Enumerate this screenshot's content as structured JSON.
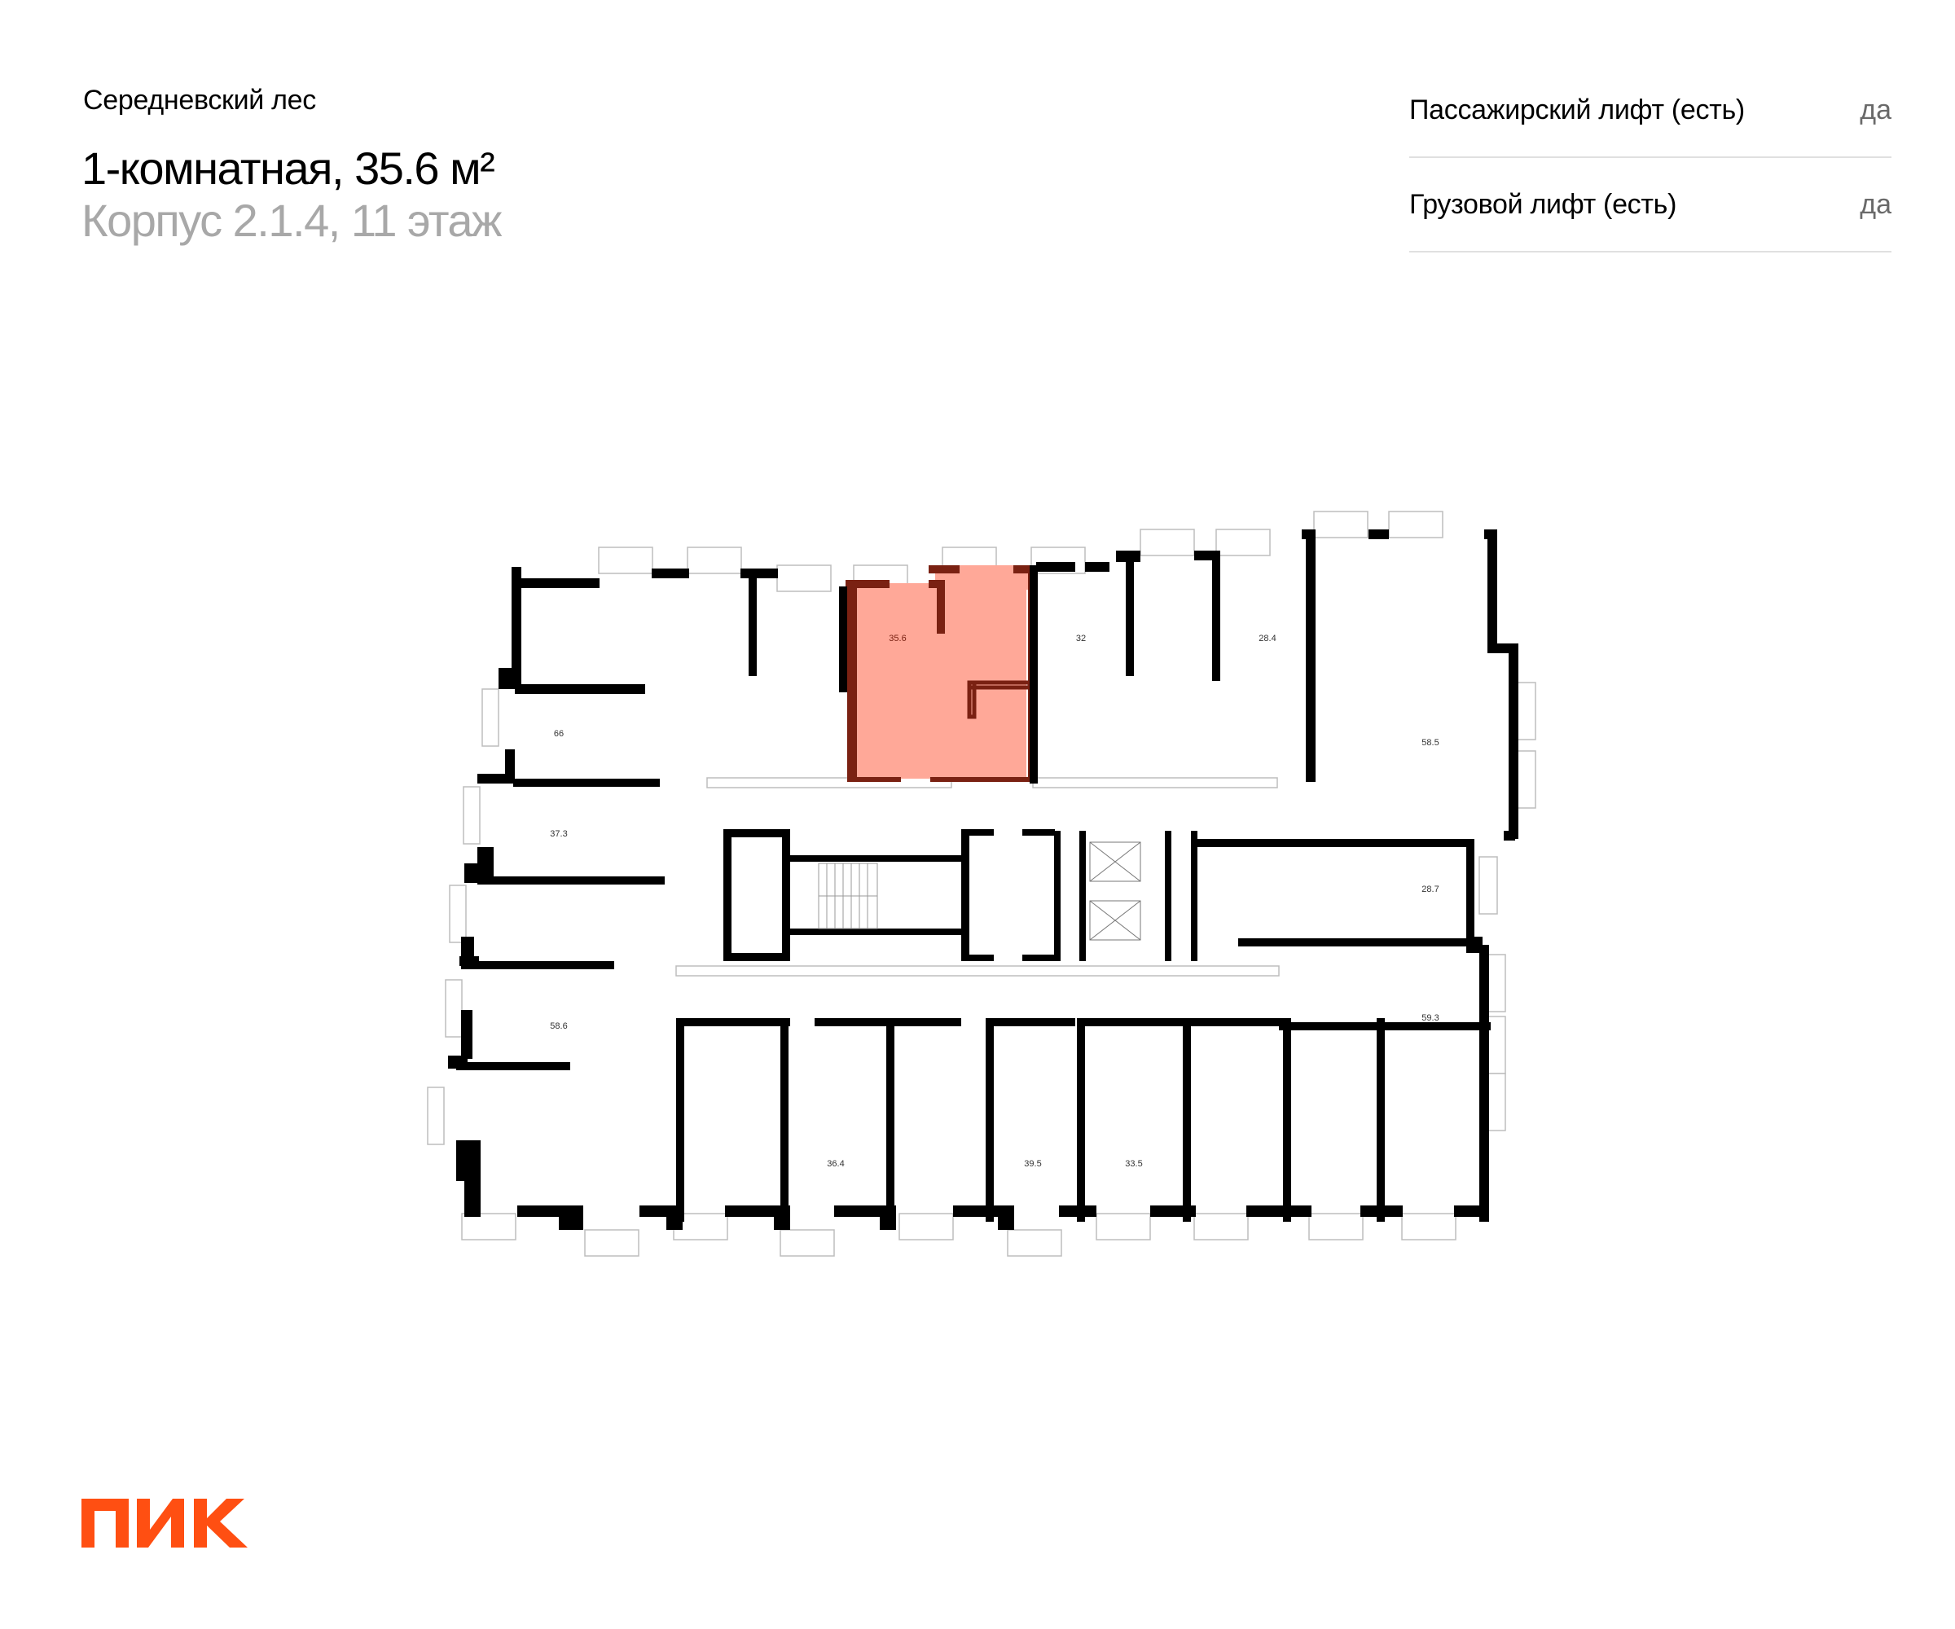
{
  "header": {
    "project": "Середневский лес",
    "apartment_title": "1-комнатная, 35.6 м²",
    "building_floor": "Корпус 2.1.4, 11 этаж"
  },
  "specs": [
    {
      "label": "Пассажирский лифт (есть)",
      "value": "да"
    },
    {
      "label": "Грузовой лифт (есть)",
      "value": "да"
    }
  ],
  "floor_plan": {
    "highlight_fill": "#FFA898",
    "highlight_wall": "#7A2112",
    "wall_color": "#000000",
    "selected_apartment": "35.6",
    "apartments": [
      {
        "area": "66"
      },
      {
        "area": "37.3"
      },
      {
        "area": "58.6"
      },
      {
        "area": "35.6"
      },
      {
        "area": "32"
      },
      {
        "area": "28.4"
      },
      {
        "area": "58.5"
      },
      {
        "area": "28.7"
      },
      {
        "area": "59.3"
      },
      {
        "area": "36.4"
      },
      {
        "area": "39.5"
      },
      {
        "area": "33.5"
      }
    ]
  },
  "brand": {
    "logo_text": "ПИК",
    "logo_color": "#FF4F12"
  }
}
